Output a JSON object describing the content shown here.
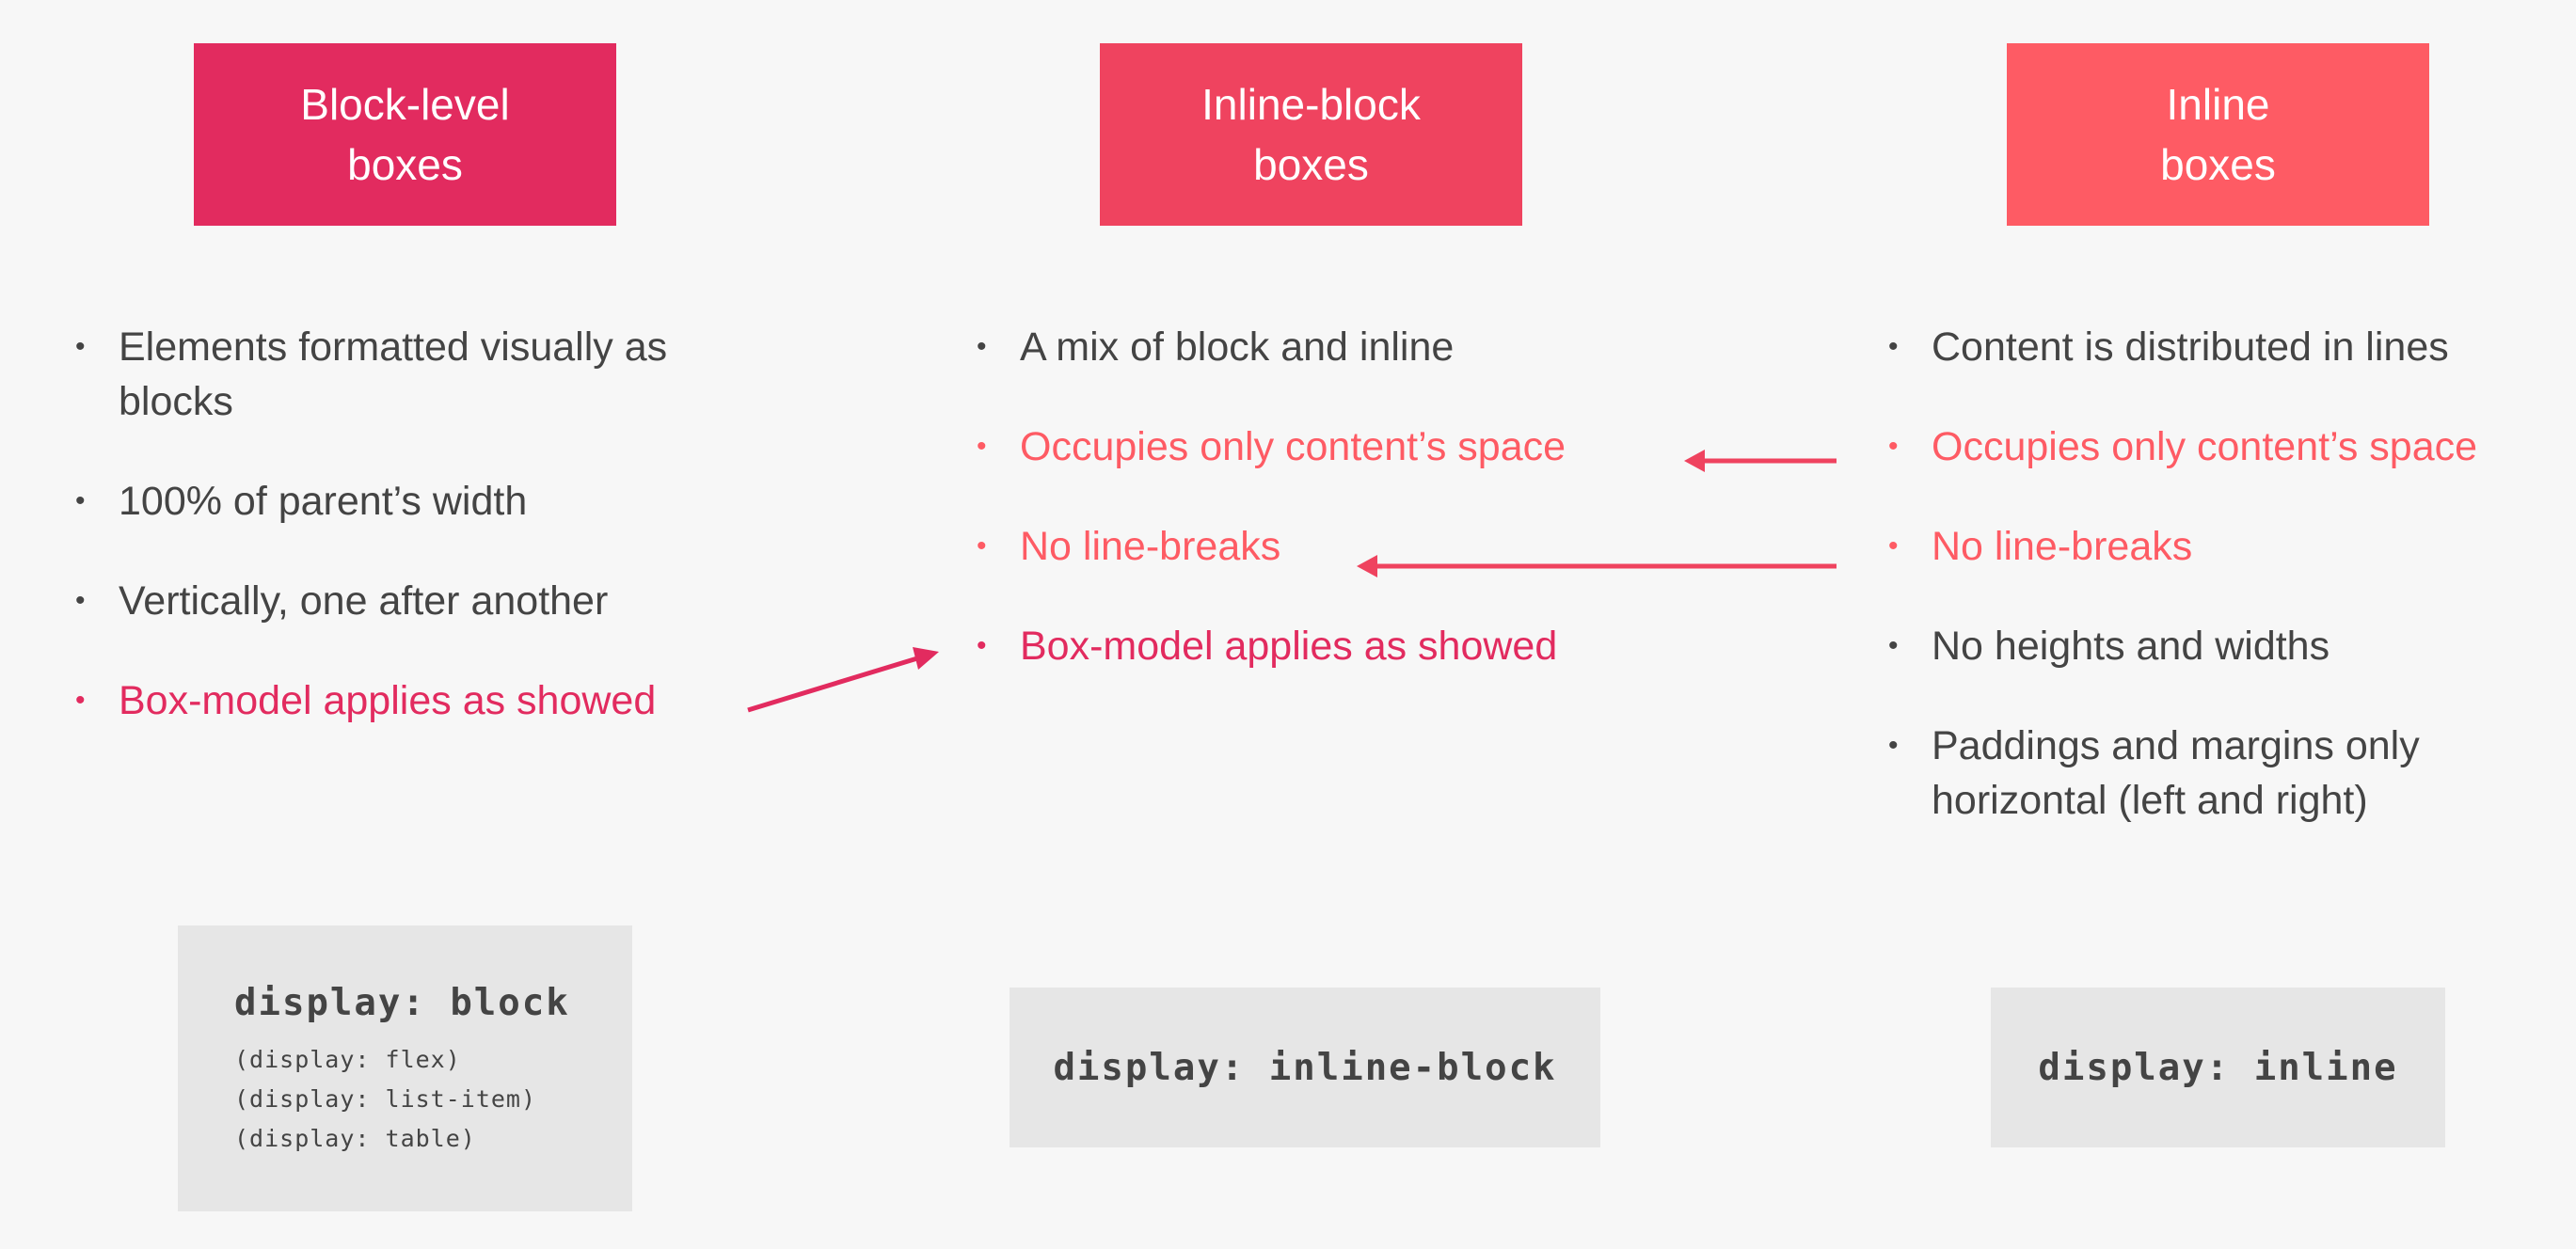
{
  "columns": {
    "block": {
      "title": "Block-level\nboxes",
      "bullets": [
        "Elements formatted visually as blocks",
        "100% of parent’s width",
        "Vertically, one after another",
        "Box-model applies as showed"
      ],
      "code": {
        "main": "display: block",
        "alternatives": [
          "(display: flex)",
          "(display: list-item)",
          "(display: table)"
        ]
      }
    },
    "inline_block": {
      "title": "Inline-block\nboxes",
      "bullets": [
        "A mix of block and inline",
        "Occupies only content’s space",
        "No line-breaks",
        "Box-model applies as showed"
      ],
      "code": {
        "main": "display: inline-block"
      }
    },
    "inline": {
      "title": "Inline\nboxes",
      "bullets": [
        "Content is distributed in lines",
        "Occupies only content’s space",
        "No line-breaks",
        "No heights and widths",
        "Paddings and margins only horizontal (left and right)"
      ],
      "code": {
        "main": "display: inline"
      }
    }
  },
  "bullet_glyph": "•",
  "colors": {
    "block_accent": "#e22b5f",
    "inline_block_accent": "#ef435f",
    "inline_accent": "#fe5b64",
    "code_background": "#e6e6e6",
    "page_background": "#f7f7f7"
  }
}
